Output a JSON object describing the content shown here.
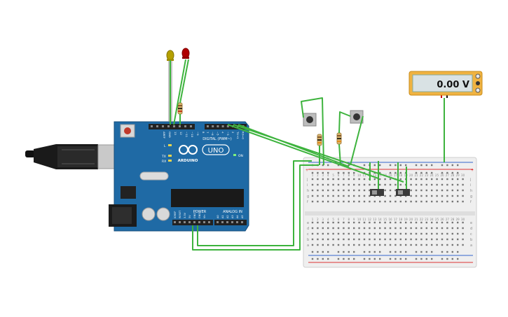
{
  "arduino": {
    "logo_text": "UNO",
    "brand": "ARDUINO",
    "digital_label": "DIGITAL (PWM~)",
    "power_label": "POWER",
    "analog_label": "ANALOG IN",
    "on_label": "ON",
    "l_label": "L",
    "tx_label": "TX",
    "rx_label": "RX",
    "aref_label": "AREF",
    "gnd_label": "GND",
    "digital_pins": [
      "13",
      "12",
      "~11",
      "~10",
      "~9",
      "8",
      "7",
      "~6",
      "~5",
      "4",
      "~3",
      "2",
      "TX→1",
      "RX←0"
    ],
    "power_pins": [
      "IOREF",
      "RESET",
      "3.3V",
      "5V",
      "GND",
      "GND",
      "Vin"
    ],
    "analog_pins": [
      "A0",
      "A1",
      "A2",
      "A3",
      "A4",
      "A5"
    ]
  },
  "multimeter": {
    "reading": "0.00 V"
  },
  "leds": [
    {
      "name": "yellow-led",
      "color": "#b5a000"
    },
    {
      "name": "red-led",
      "color": "#b00000"
    }
  ],
  "breadboard": {
    "columns": [
      "1",
      "2",
      "3",
      "4",
      "5",
      "6",
      "7",
      "8",
      "9",
      "10",
      "11",
      "12",
      "13",
      "14",
      "15",
      "16",
      "17",
      "18",
      "19",
      "20",
      "21",
      "22",
      "23",
      "24",
      "25",
      "26",
      "27",
      "28",
      "29",
      "30"
    ],
    "rows_top": [
      "j",
      "i",
      "h",
      "g",
      "f"
    ],
    "rows_bottom": [
      "e",
      "d",
      "c",
      "b",
      "a"
    ]
  },
  "colors": {
    "wire": "#3db33d",
    "board": "#1f6aa5",
    "breadboard": "#efefef",
    "rail_red": "#d33",
    "rail_blue": "#36c",
    "meter": "#f0b341"
  }
}
